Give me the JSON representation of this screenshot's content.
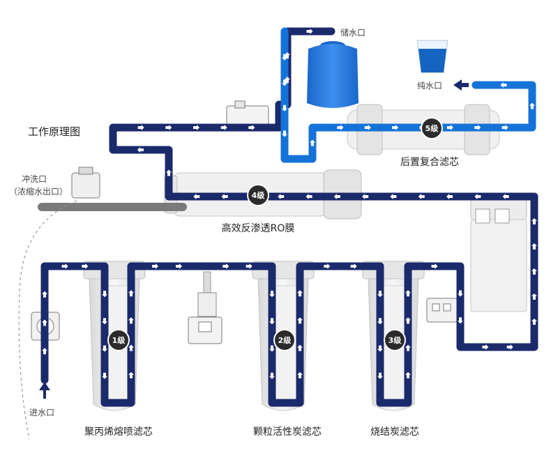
{
  "title": "工作原理图",
  "labels": {
    "storage": "储水口",
    "pure": "纯水口",
    "flush": "冲洗口",
    "flush_sub": "（浓缩水出口）",
    "inlet": "进水口",
    "ro": "高效反渗透RO膜",
    "post": "后置复合滤芯",
    "pp": "聚丙烯熔喷滤芯",
    "gac": "颗粒活性炭滤芯",
    "cto": "烧结炭滤芯"
  },
  "badges": {
    "stage1": "1级",
    "stage2": "2级",
    "stage3": "3级",
    "stage4": "4级",
    "stage5": "5级"
  },
  "colors": {
    "navy": "#1b2a6b",
    "blue": "#1573d8",
    "gray_pipe": "#7a7a7a",
    "badge_bg": "#2b2b2b",
    "housing": "#e8e8e8"
  }
}
